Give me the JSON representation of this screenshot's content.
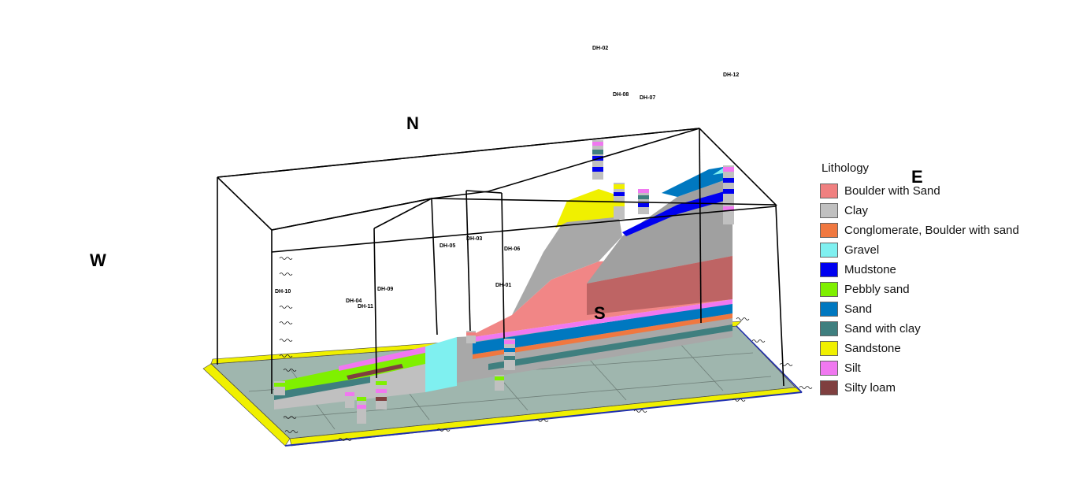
{
  "compass": {
    "north": "N",
    "south": "S",
    "east": "E",
    "west": "W"
  },
  "boreholes": [
    "DH-02",
    "DH-12",
    "DH-08",
    "DH-07",
    "DH-03",
    "DH-05",
    "DH-06",
    "DH-01",
    "DH-09",
    "DH-04",
    "DH-11",
    "DH-10"
  ],
  "legend": {
    "title": "Lithology",
    "items": [
      {
        "label": "Boulder with Sand",
        "color": "#f08080"
      },
      {
        "label": "Clay",
        "color": "#c0c0c0"
      },
      {
        "label": "Conglomerate, Boulder with sand",
        "color": "#f07840"
      },
      {
        "label": "Gravel",
        "color": "#7ff0f0"
      },
      {
        "label": "Mudstone",
        "color": "#0000f0"
      },
      {
        "label": "Pebbly sand",
        "color": "#7ff000"
      },
      {
        "label": "Sand",
        "color": "#0078c0"
      },
      {
        "label": "Sand with clay",
        "color": "#3f7f7f"
      },
      {
        "label": "Sandstone",
        "color": "#f0f000"
      },
      {
        "label": "Silt",
        "color": "#f078f0"
      },
      {
        "label": "Silty loam",
        "color": "#7f3f3f"
      }
    ]
  }
}
